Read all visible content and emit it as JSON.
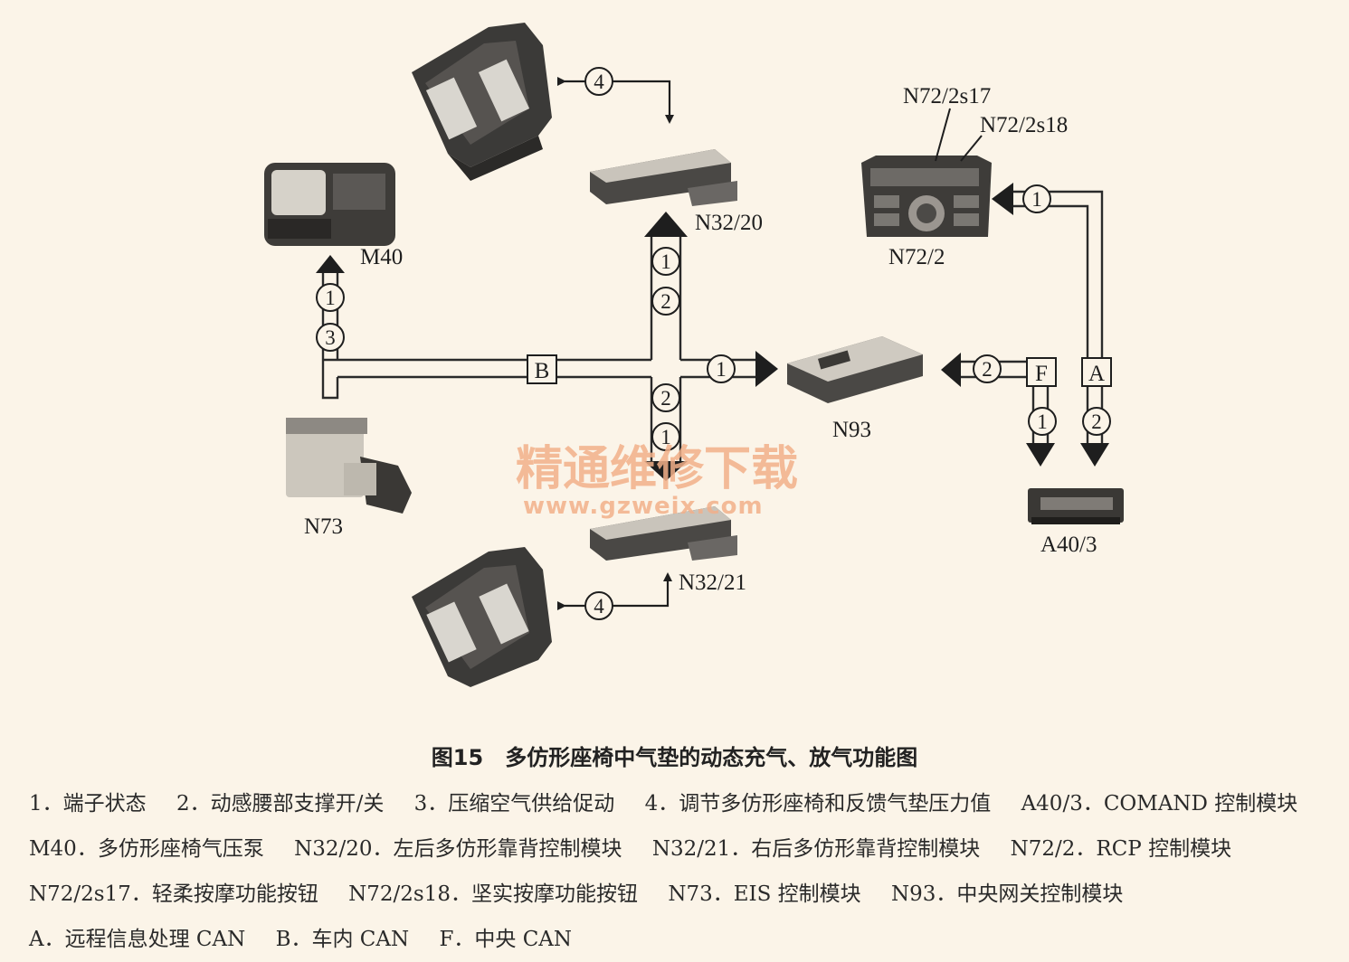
{
  "components": {
    "m40": "M40",
    "n32_20": "N32/20",
    "n32_21": "N32/21",
    "n72_2": "N72/2",
    "n72_2s17": "N72/2s17",
    "n72_2s18": "N72/2s18",
    "n93": "N93",
    "n73": "N73",
    "a40_3": "A40/3"
  },
  "buses": {
    "b": "B",
    "f": "F",
    "a": "A"
  },
  "signals": {
    "s1": "1",
    "s2": "2",
    "s3": "3",
    "s4": "4"
  },
  "watermark": {
    "title": "精通维修下载",
    "url": "www.gzweix.com"
  },
  "caption": "图15　多仿形座椅中气垫的动态充气、放气功能图",
  "legend": [
    "1．端子状态",
    "2．动感腰部支撑开/关",
    "3．压缩空气供给促动",
    "4．调节多仿形座椅和反馈气垫压力值",
    "A40/3．COMAND 控制模块",
    "M40．多仿形座椅气压泵",
    "N32/20．左后多仿形靠背控制模块",
    "N32/21．右后多仿形靠背控制模块",
    "N72/2．RCP 控制模块",
    "N72/2s17．轻柔按摩功能按钮",
    "N72/2s18．坚实按摩功能按钮",
    "N73．EIS 控制模块",
    "N93．中央网关控制模块",
    "A．远程信息处理 CAN",
    "B．车内 CAN",
    "F．中央 CAN"
  ],
  "colors": {
    "background": "#fbf4e8",
    "line": "#2a2a2a",
    "watermark": "#f2b08a"
  }
}
